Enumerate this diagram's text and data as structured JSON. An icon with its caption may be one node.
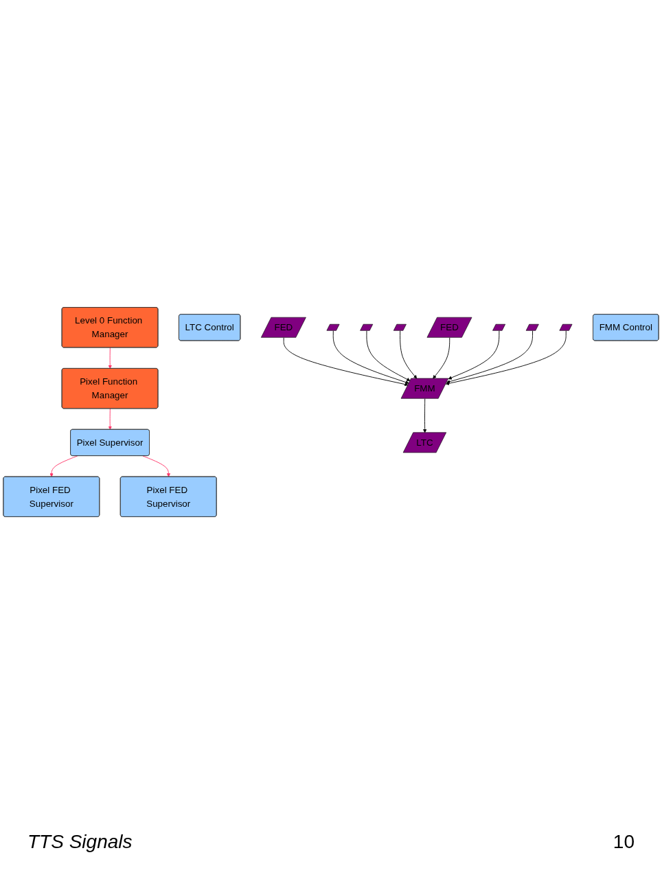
{
  "diagram": {
    "nodes": [
      {
        "text": [
          "Level 0 Function Manager"
        ]
      },
      {
        "text": [
          "Pixel Function Manager"
        ]
      },
      {
        "text": [
          "Pixel Supervisor"
        ]
      },
      {
        "text": [
          "Pixel FED Supervisor"
        ]
      },
      {
        "text": [
          "Pixel FED Supervisor"
        ]
      },
      {
        "text": [
          "LTC Control"
        ]
      },
      {
        "text": [
          "FED"
        ]
      },
      {
        "text": [],
        "shape": "box"
      },
      {
        "text": [],
        "shape": "box"
      },
      {
        "text": [],
        "shape": "box"
      },
      {
        "text": [
          "FED"
        ]
      },
      {
        "text": [],
        "shape": "box"
      },
      {
        "text": [],
        "shape": "box"
      },
      {
        "text": [],
        "shape": "box"
      },
      {
        "text": [
          "FMM Control"
        ]
      },
      {
        "text": [
          "LTC"
        ]
      },
      {
        "text": [
          "FMM"
        ]
      }
    ],
    "edges": [
      {
        "from": 0,
        "to": 1,
        "arrow": "to",
        "color": "#ff3366"
      },
      {
        "from": 1,
        "to": 2,
        "arrow": "to",
        "color": "#ff3366"
      },
      {
        "from": 2,
        "to": 3,
        "arrow": "to",
        "color": "#ff3366"
      },
      {
        "from": 2,
        "to": 4,
        "arrow": "to",
        "color": "#ff3366"
      },
      {
        "from": 6,
        "to": 16,
        "arrow": "to"
      },
      {
        "from": 7,
        "to": 16,
        "arrow": "to"
      },
      {
        "from": 8,
        "to": 16,
        "arrow": "to"
      },
      {
        "from": 9,
        "to": 16,
        "arrow": "to"
      },
      {
        "from": 10,
        "to": 16,
        "arrow": "to"
      },
      {
        "from": 11,
        "to": 16,
        "arrow": "to"
      },
      {
        "from": 12,
        "to": 16,
        "arrow": "to"
      },
      {
        "from": 13,
        "to": 16,
        "arrow": "to"
      },
      {
        "from": 16,
        "to": 15,
        "arrow": "to"
      }
    ],
    "labels": [
      "TTS Signals",
      "10"
    ]
  }
}
